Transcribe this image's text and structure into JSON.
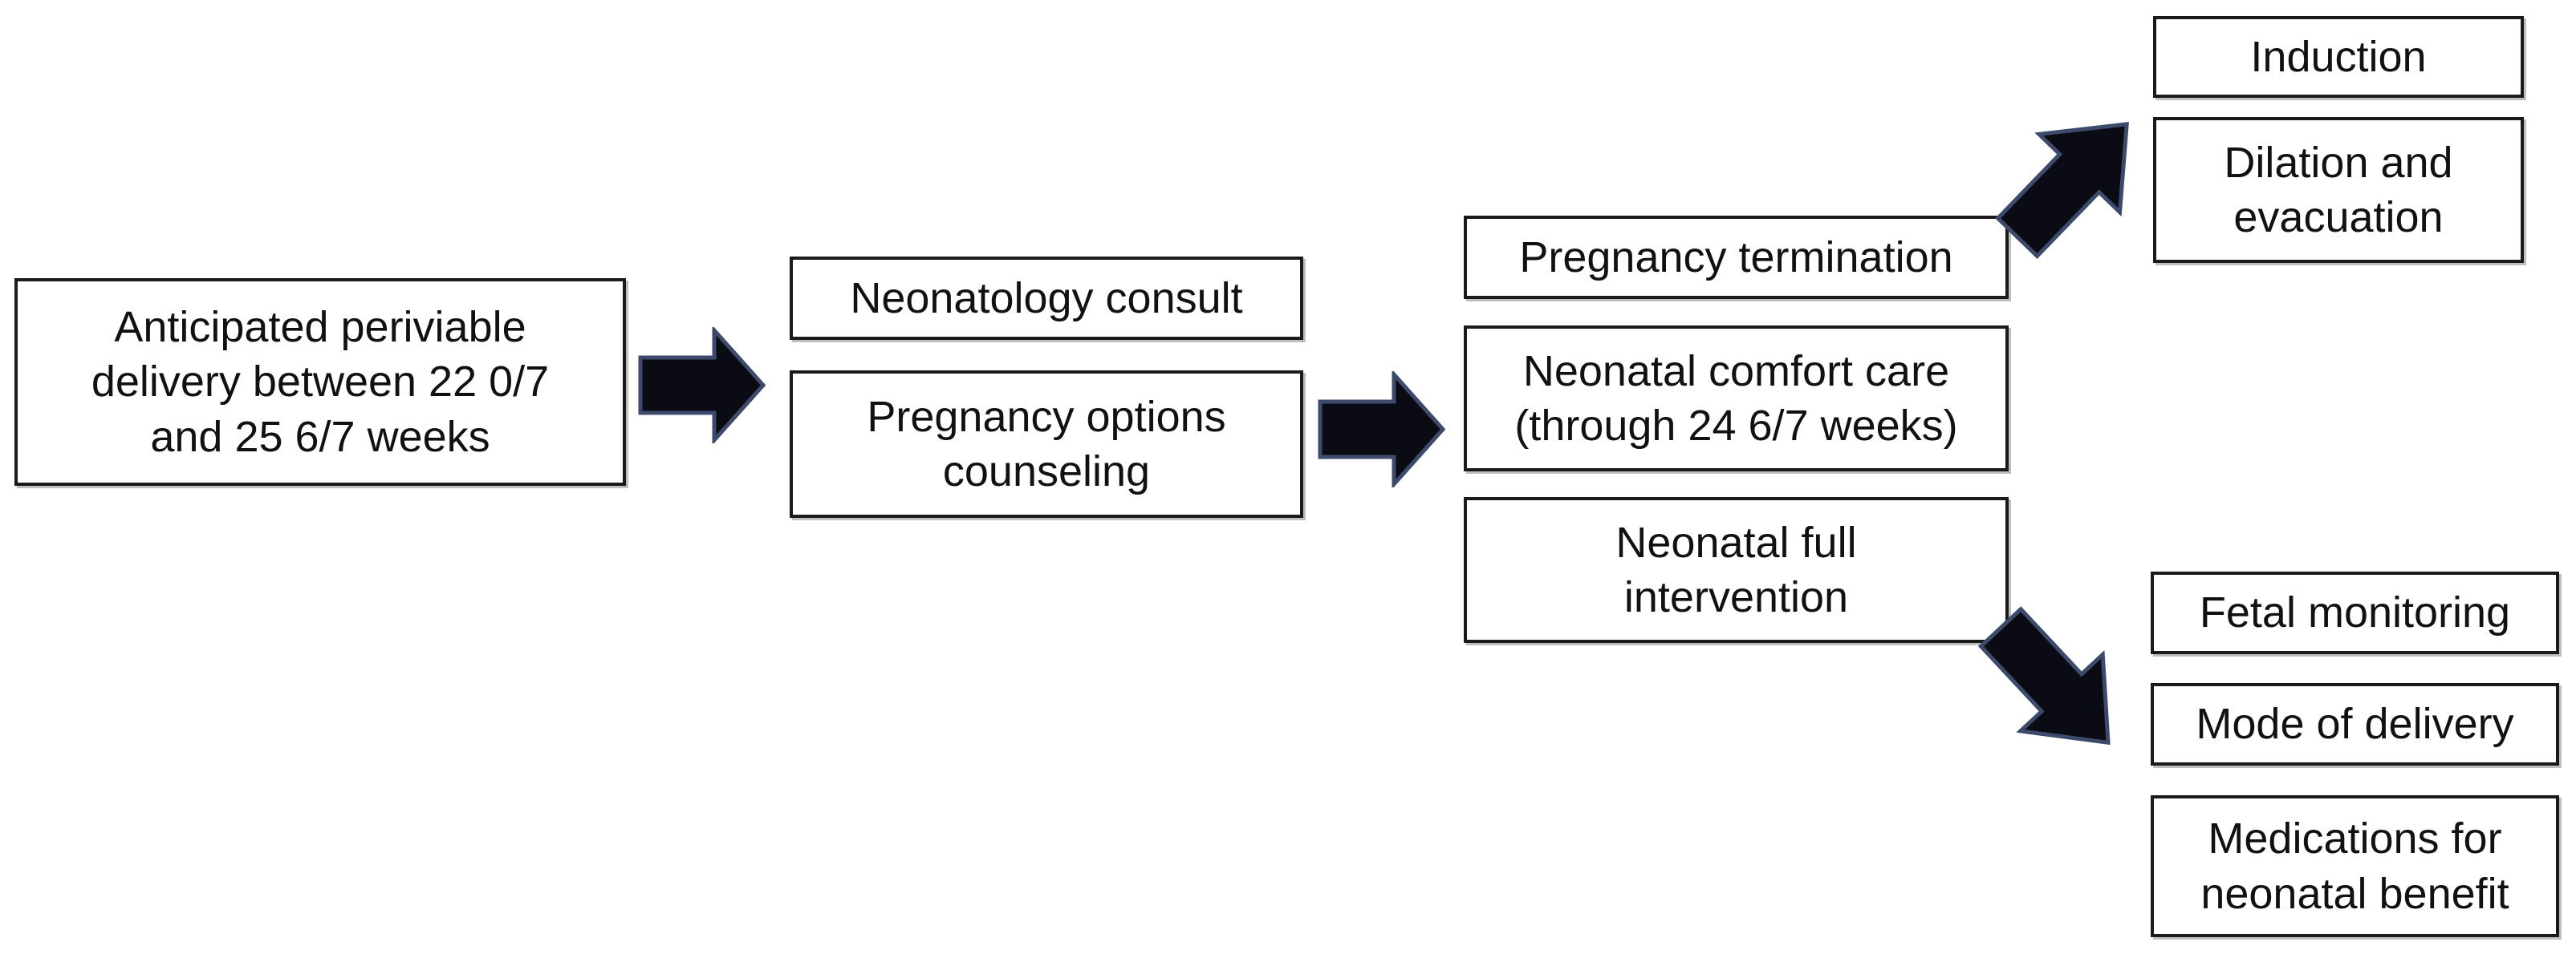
{
  "flowchart": {
    "background_color": "#ffffff",
    "box_style": {
      "fill": "#ffffff",
      "border_color": "#1a1a1a",
      "text_color": "#111111"
    },
    "arrow_style": {
      "fill": "#0b0b13",
      "outline_color": "#3c4a6b"
    },
    "nodes": [
      {
        "id": "anticipated-delivery",
        "label": "Anticipated periviable\ndelivery between 22 0/7\nand 25 6/7 weeks"
      },
      {
        "id": "neonatology-consult",
        "label": "Neonatology consult"
      },
      {
        "id": "pregnancy-options-counseling",
        "label": "Pregnancy options\ncounseling"
      },
      {
        "id": "pregnancy-termination",
        "label": "Pregnancy termination"
      },
      {
        "id": "neonatal-comfort-care",
        "label": "Neonatal comfort care\n(through 24 6/7 weeks)"
      },
      {
        "id": "neonatal-full-intervention",
        "label": "Neonatal full\nintervention"
      },
      {
        "id": "induction",
        "label": "Induction"
      },
      {
        "id": "dilation-evacuation",
        "label": "Dilation and\nevacuation"
      },
      {
        "id": "fetal-monitoring",
        "label": "Fetal monitoring"
      },
      {
        "id": "mode-of-delivery",
        "label": "Mode of delivery"
      },
      {
        "id": "medications-neonatal-benefit",
        "label": "Medications for\nneonatal benefit"
      }
    ],
    "connections": [
      {
        "from": "anticipated-delivery",
        "to": "neonatology-consult / pregnancy-options-counseling",
        "direction": "right"
      },
      {
        "from": "neonatology-consult / pregnancy-options-counseling",
        "to": "pregnancy-termination / neonatal-comfort-care / neonatal-full-intervention",
        "direction": "right"
      },
      {
        "from": "pregnancy-termination",
        "to": "induction / dilation-evacuation",
        "direction": "up-right"
      },
      {
        "from": "neonatal-full-intervention",
        "to": "fetal-monitoring / mode-of-delivery / medications-neonatal-benefit",
        "direction": "down-right"
      }
    ]
  }
}
